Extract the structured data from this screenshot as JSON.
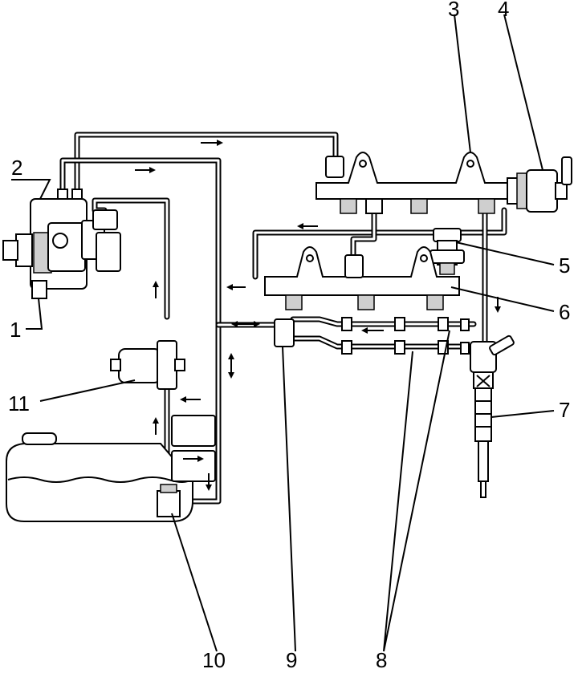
{
  "callouts": [
    {
      "id": "1",
      "text": "1"
    },
    {
      "id": "2",
      "text": "2"
    },
    {
      "id": "3",
      "text": "3"
    },
    {
      "id": "4",
      "text": "4"
    },
    {
      "id": "5",
      "text": "5"
    },
    {
      "id": "6",
      "text": "6"
    },
    {
      "id": "7",
      "text": "7"
    },
    {
      "id": "8",
      "text": "8"
    },
    {
      "id": "9",
      "text": "9"
    },
    {
      "id": "10",
      "text": "10"
    },
    {
      "id": "11",
      "text": "11"
    }
  ],
  "icons": {
    "flow_arrow": "arrow-icon",
    "bidirectional_arrow": "double-arrow-icon"
  }
}
